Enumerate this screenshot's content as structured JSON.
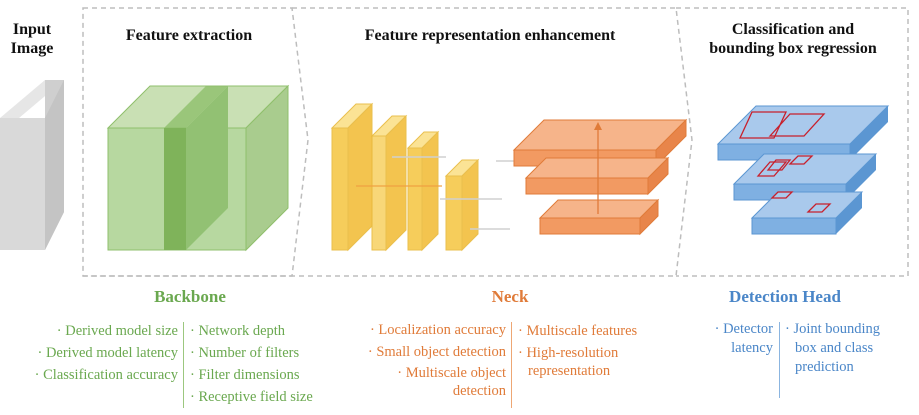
{
  "headings": {
    "input_image": "Input\nImage",
    "feature_extraction": "Feature extraction",
    "feature_enhancement": "Feature representation enhancement",
    "classification": "Classification and\nbounding box regression"
  },
  "sections": {
    "backbone": {
      "title": "Backbone",
      "left_items": [
        "· Derived model size",
        "· Derived model latency",
        "· Classification accuracy"
      ],
      "right_items": [
        "· Network depth",
        "· Number of filters",
        "· Filter dimensions",
        "· Receptive field size"
      ]
    },
    "neck": {
      "title": "Neck",
      "left_items": [
        "· Localization accuracy",
        "· Small object detection",
        "· Multiscale object",
        "detection"
      ],
      "right_items": [
        "· Multiscale features",
        "· High-resolution",
        "representation"
      ]
    },
    "detection_head": {
      "title": "Detection Head",
      "left_items": [
        "· Detector",
        "latency"
      ],
      "right_items": [
        "· Joint  bounding",
        "box and class",
        "prediction"
      ]
    }
  },
  "colors": {
    "green": "#6aa84f",
    "orange": "#e07b39",
    "blue": "#4a86c8",
    "yellow": "#f6c84a"
  }
}
